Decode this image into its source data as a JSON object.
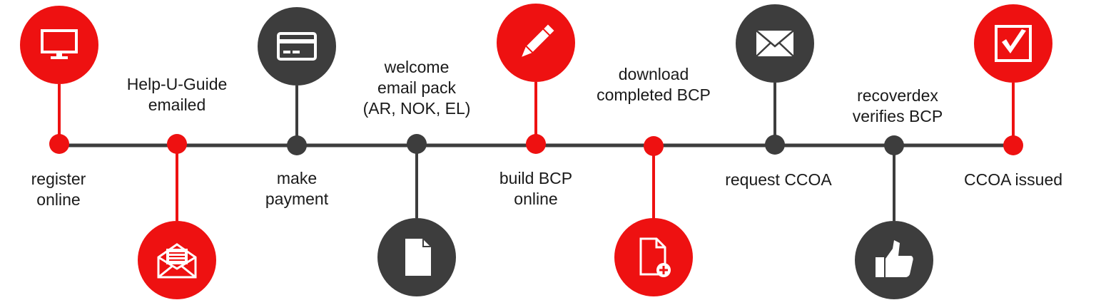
{
  "colors": {
    "red": "#ee1111",
    "dark": "#3d3d3d",
    "line": "#3d3d3d",
    "text": "#1a1a1a"
  },
  "steps": [
    {
      "label": "register\nonline",
      "color": "red",
      "icon": "monitor-icon"
    },
    {
      "label": "Help-U-Guide\nemailed",
      "color": "red",
      "icon": "open-envelope-icon"
    },
    {
      "label": "make\npayment",
      "color": "dark",
      "icon": "credit-card-icon"
    },
    {
      "label": "welcome\nemail pack\n(AR, NOK, EL)",
      "color": "dark",
      "icon": "document-icon"
    },
    {
      "label": "build BCP\nonline",
      "color": "red",
      "icon": "pencil-icon"
    },
    {
      "label": "download\ncompleted BCP",
      "color": "red",
      "icon": "document-add-icon"
    },
    {
      "label": "request CCOA",
      "color": "dark",
      "icon": "envelope-icon"
    },
    {
      "label": "recoverdex\nverifies BCP",
      "color": "dark",
      "icon": "thumbs-up-icon"
    },
    {
      "label": "CCOA issued",
      "color": "red",
      "icon": "checkbox-icon"
    }
  ]
}
